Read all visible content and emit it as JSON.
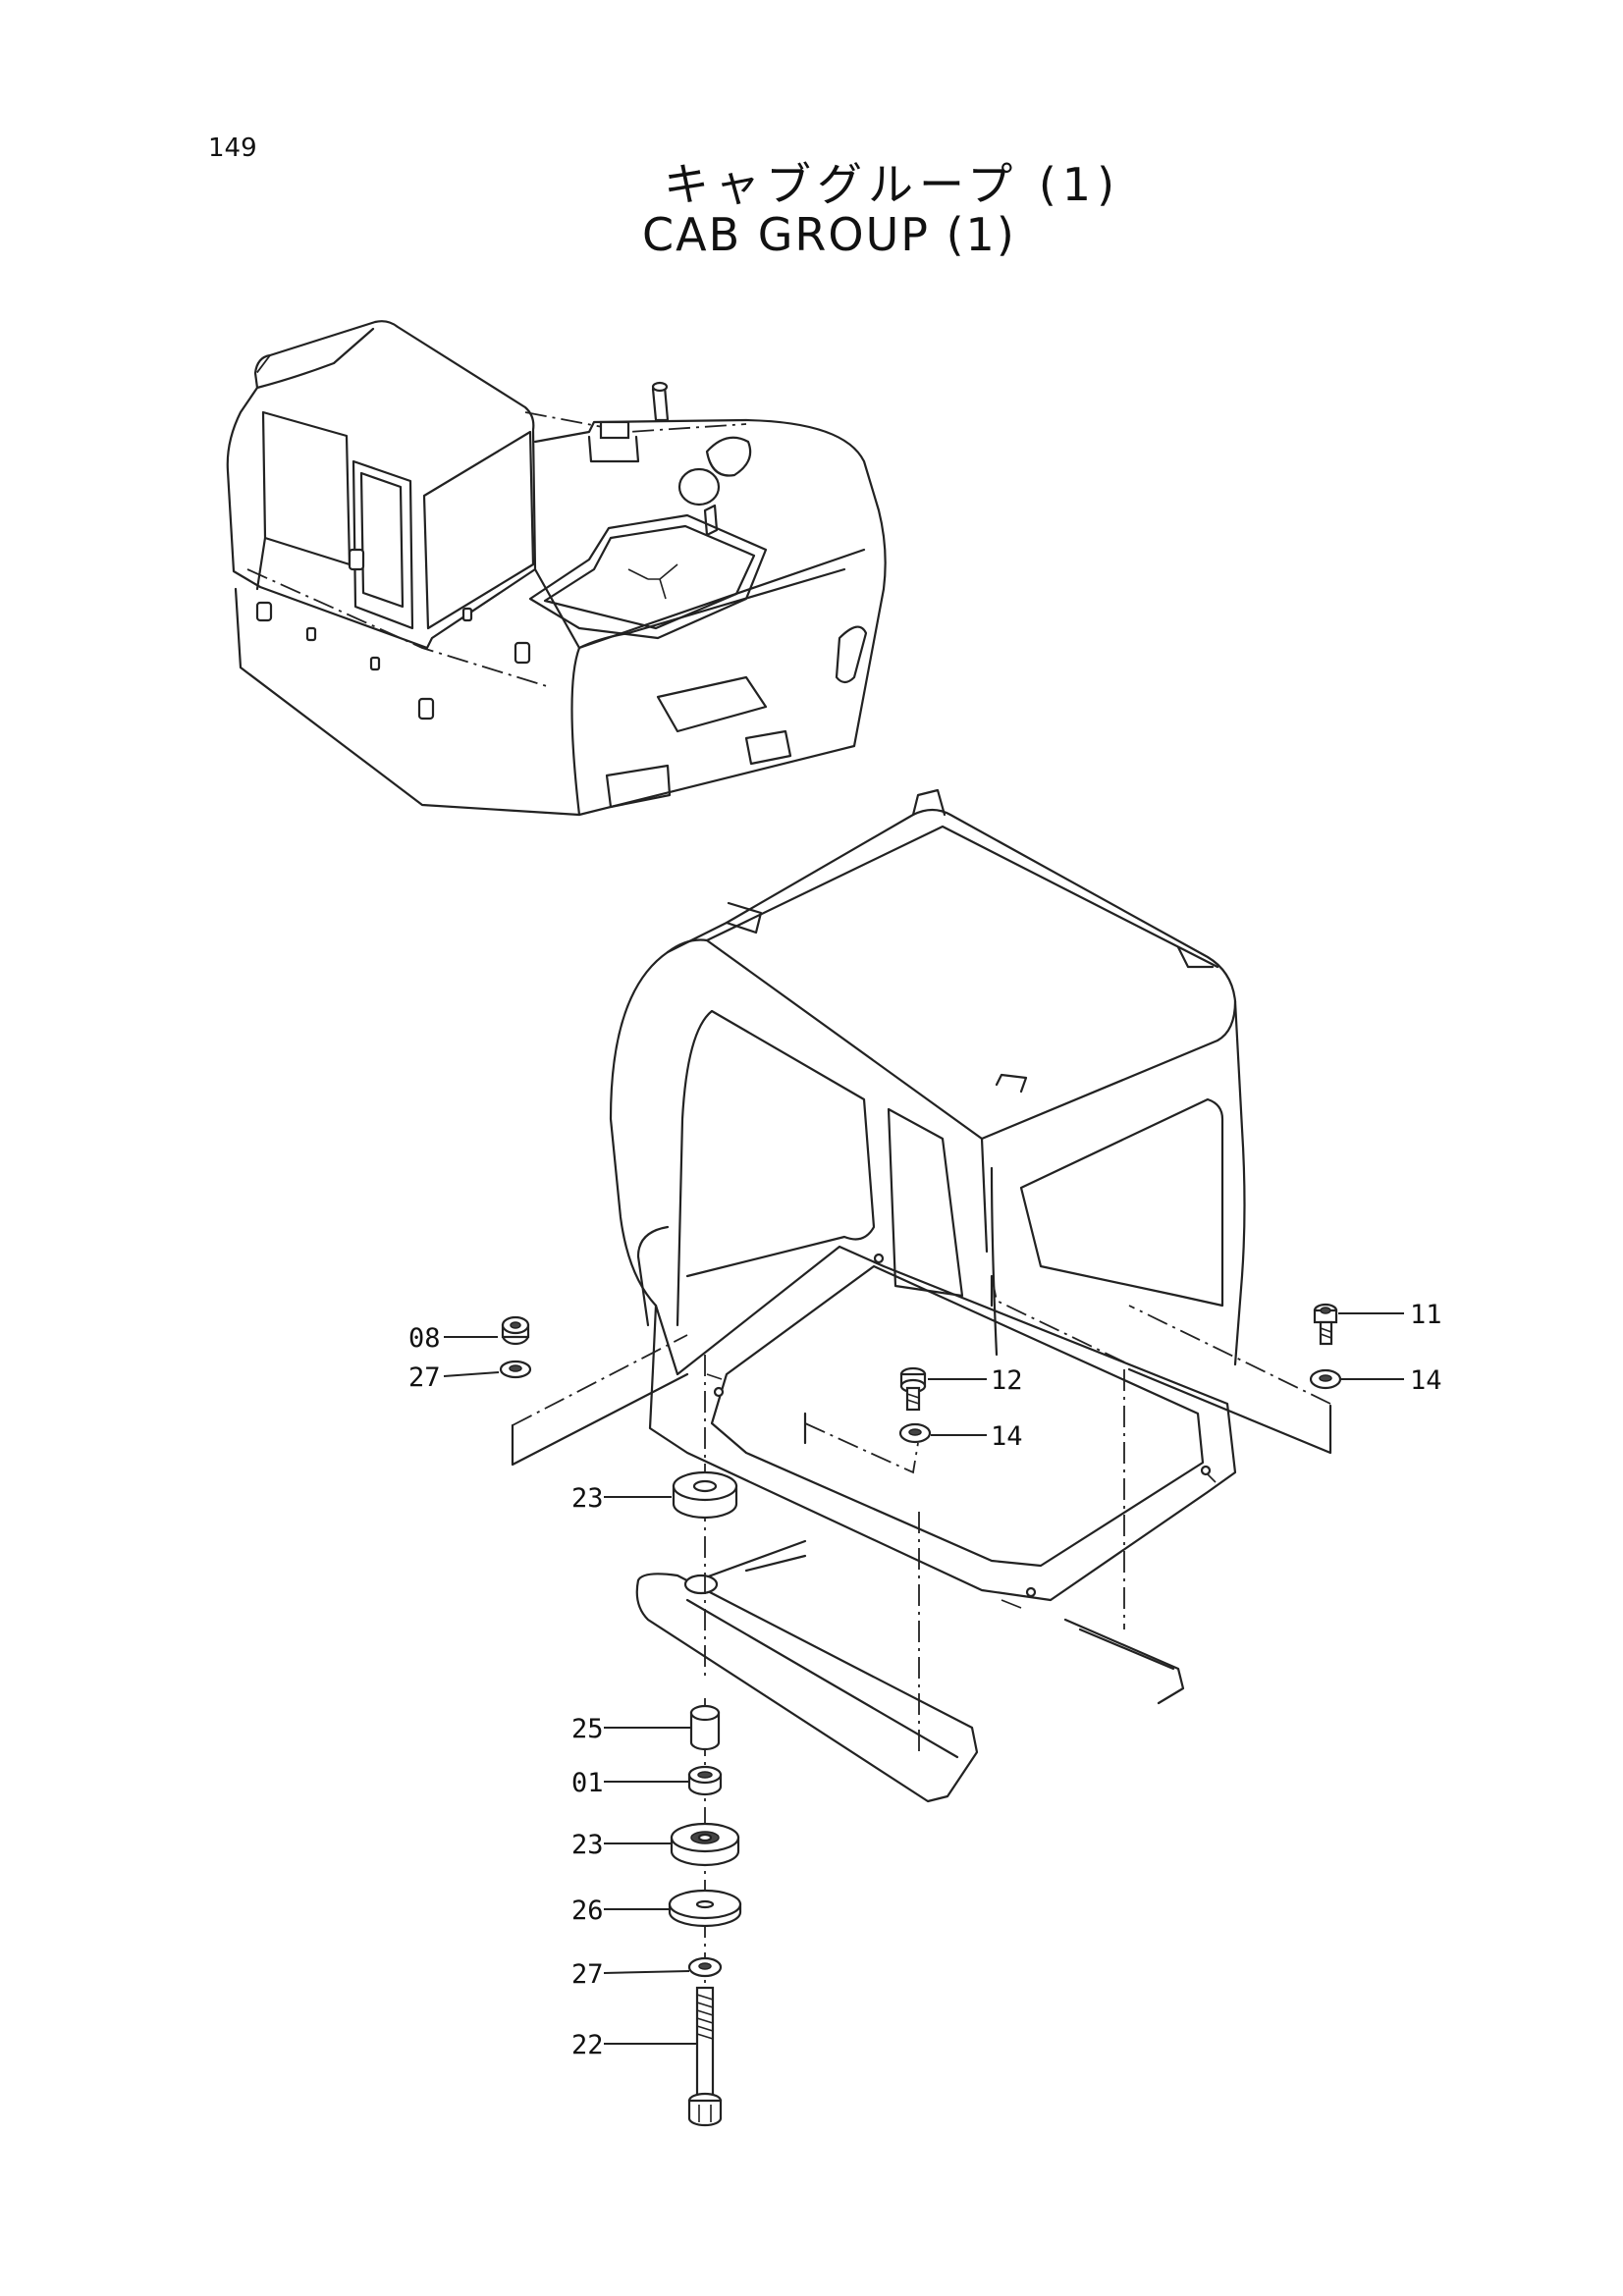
{
  "page_number": "149",
  "title_jp": "キャブグループ (1)",
  "title_en": "CAB GROUP (1)",
  "callouts": [
    {
      "id": "c08",
      "label": "08"
    },
    {
      "id": "c27a",
      "label": "27"
    },
    {
      "id": "c23a",
      "label": "23"
    },
    {
      "id": "c12",
      "label": "12"
    },
    {
      "id": "c14a",
      "label": "14"
    },
    {
      "id": "c11",
      "label": "11"
    },
    {
      "id": "c14b",
      "label": "14"
    },
    {
      "id": "c25",
      "label": "25"
    },
    {
      "id": "c01",
      "label": "01"
    },
    {
      "id": "c23b",
      "label": "23"
    },
    {
      "id": "c26",
      "label": "26"
    },
    {
      "id": "c27b",
      "label": "27"
    },
    {
      "id": "c22",
      "label": "22"
    }
  ]
}
